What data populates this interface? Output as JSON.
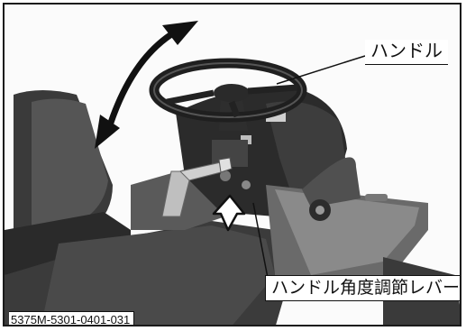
{
  "labels": {
    "handle": "ハンドル",
    "tilt_lever": "ハンドル角度調節レバー"
  },
  "figure_code": "5375M-5301-0401-031"
}
